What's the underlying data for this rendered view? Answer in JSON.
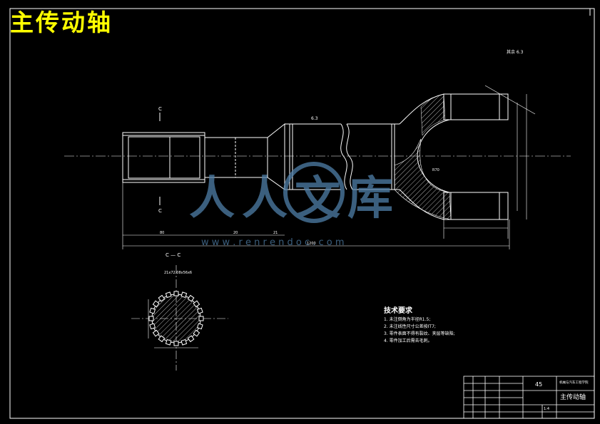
{
  "drawing": {
    "title": "主传动轴",
    "section_label": "C — C",
    "section_mark_top": "C",
    "section_mark_bottom": "C",
    "spline_note": "21x72.08x56x6",
    "roughness_top": "6.3",
    "roughness_other": "其余 6.3",
    "watermark_main": "人人文库",
    "watermark_url": "w w w . r e n r e n d o c . c o m",
    "dimensions": {
      "total_length": "1200",
      "d1": "80",
      "d2": "20",
      "d3": "21",
      "r_fillet": "R70"
    },
    "technical_requirements": {
      "heading": "技术要求",
      "items": [
        "1. 未注倒角为半径R1.5;",
        "2. 未注线性尺寸公差按IT7;",
        "3. 零件表面不得有裂纹、夹层等缺陷;",
        "4. 零件加工后需去毛刺。"
      ]
    },
    "title_block": {
      "material": "45",
      "part_name": "主传动轴",
      "school": "机械与汽车工程学院",
      "scale": "1:4"
    }
  }
}
